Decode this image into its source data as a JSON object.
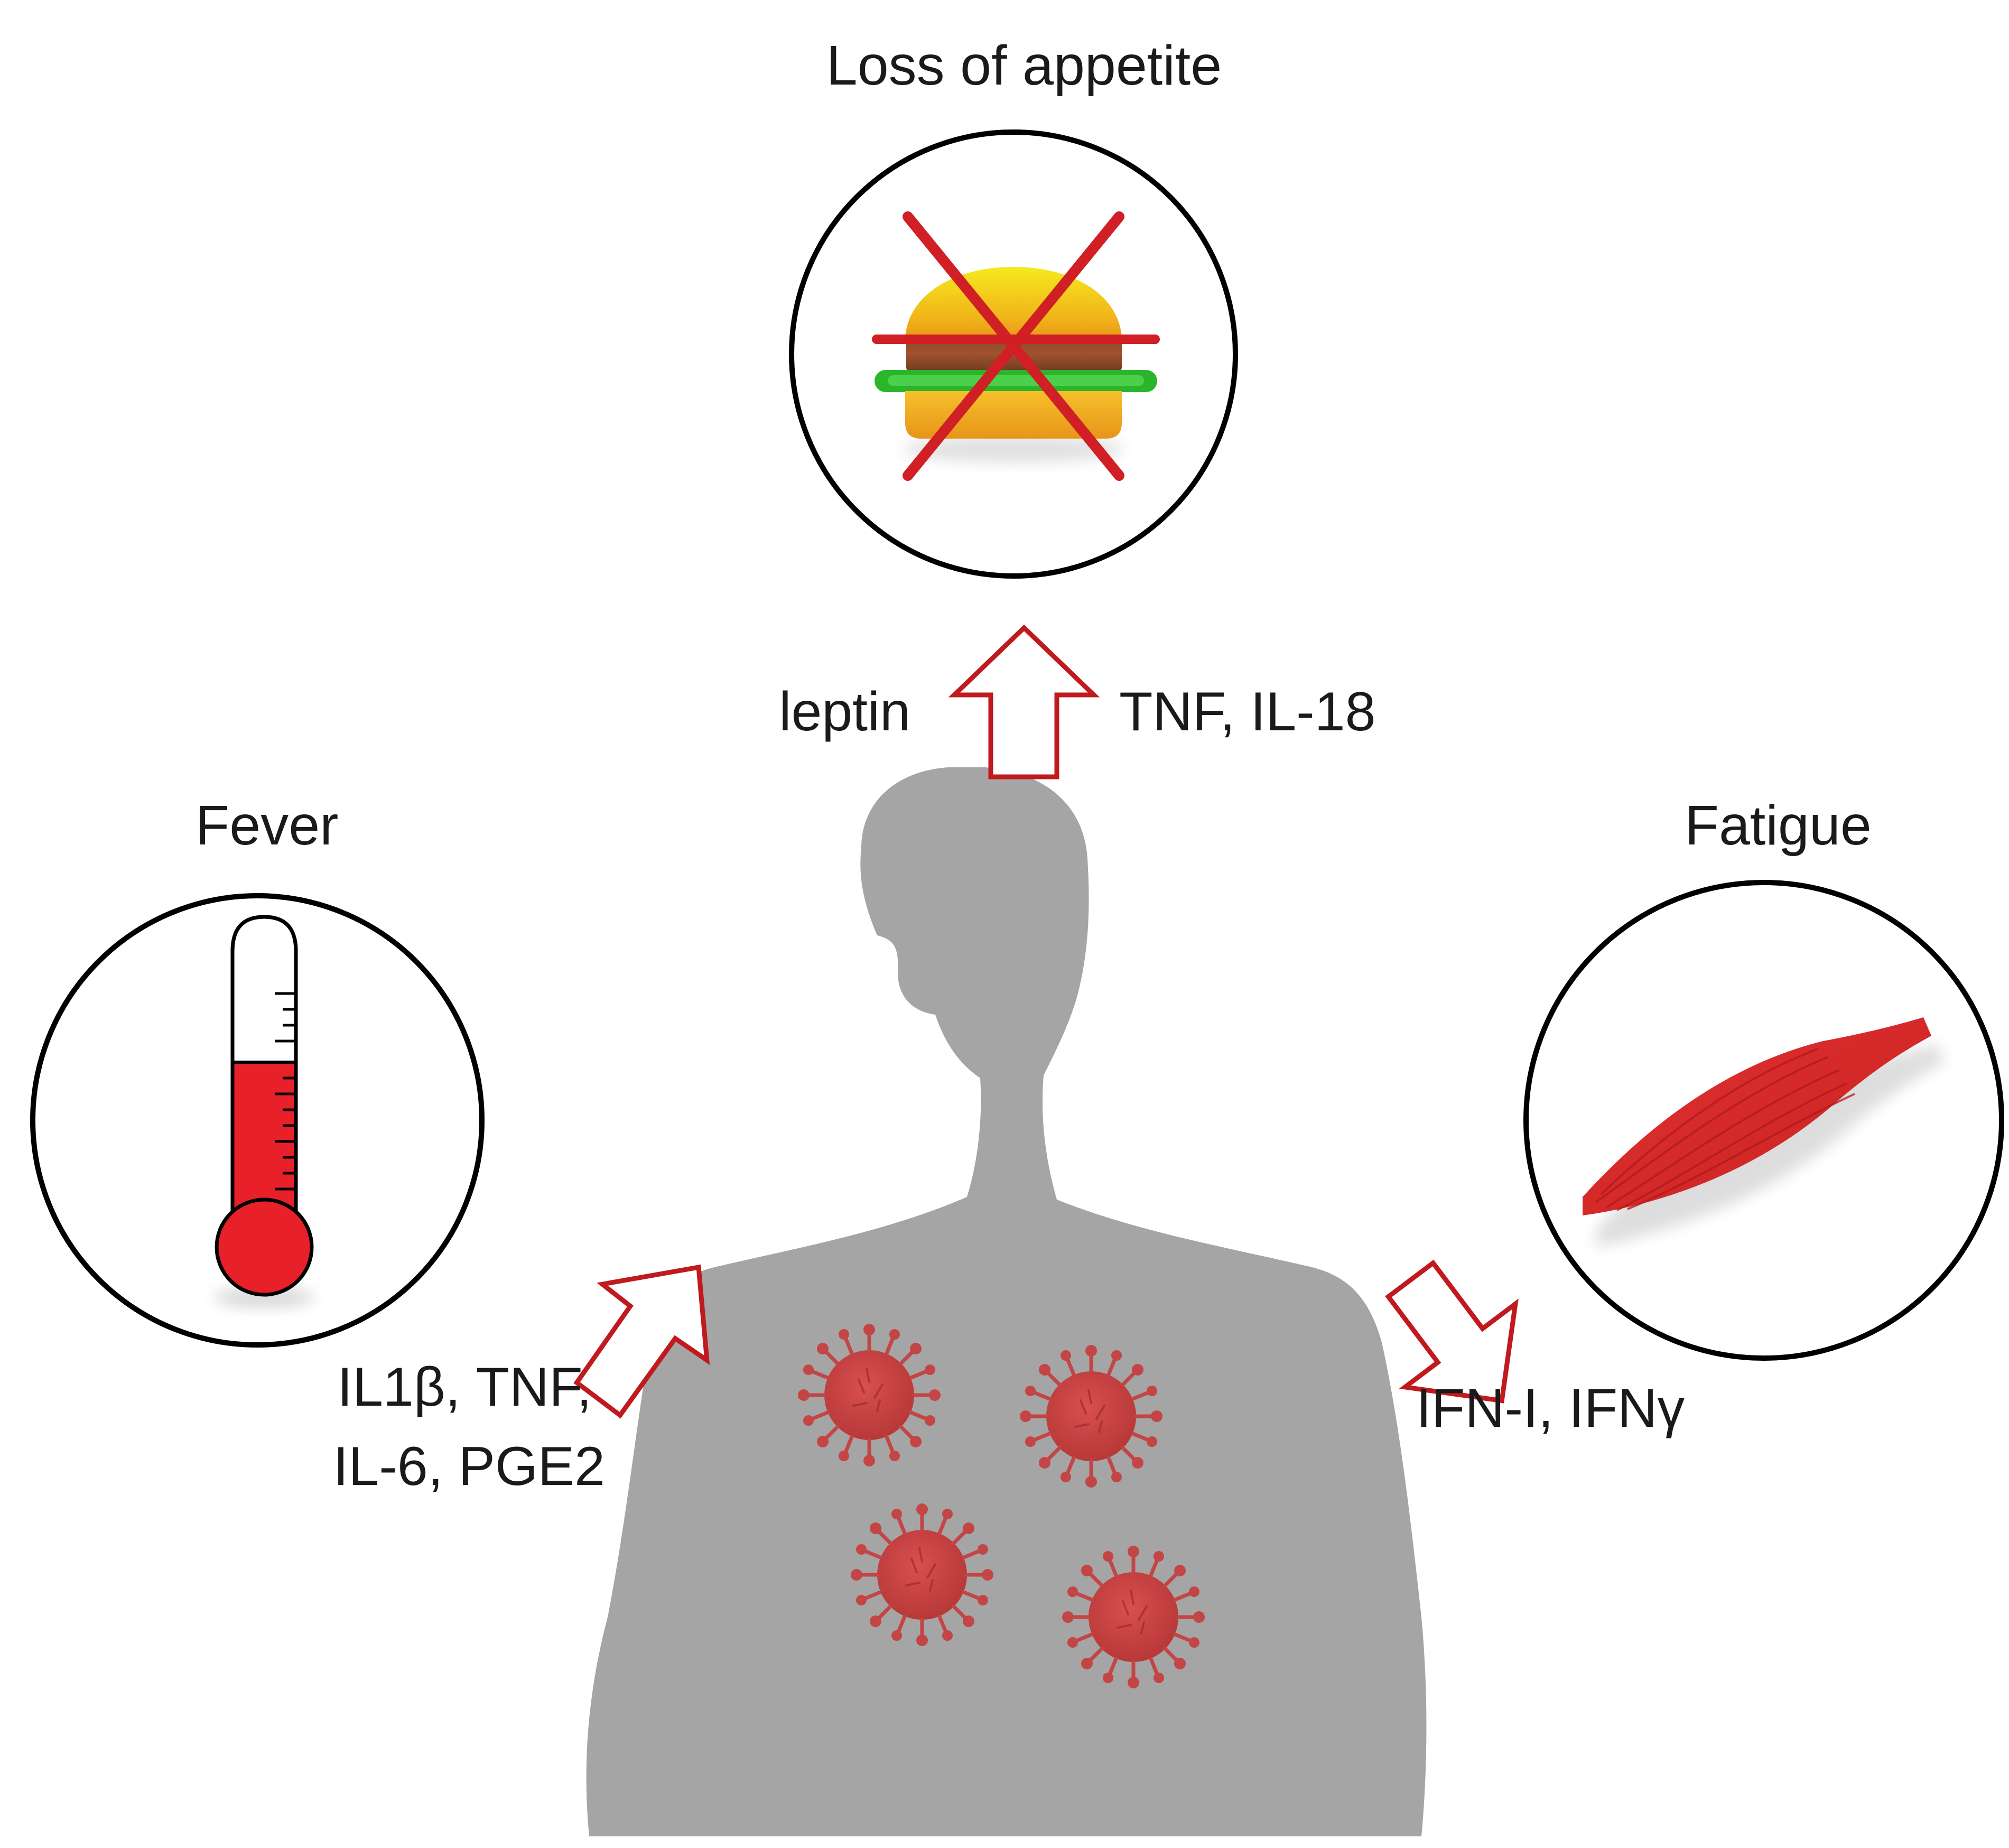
{
  "symptoms": {
    "appetite": {
      "title": "Loss of appetite",
      "mediators_left": "leptin",
      "mediators_right": "TNF, IL-18",
      "icon": "crossed-out-burger-icon"
    },
    "fever": {
      "title": "Fever",
      "mediators_line1": "IL1β, TNF,",
      "mediators_line2": "IL-6, PGE2",
      "icon": "thermometer-icon"
    },
    "fatigue": {
      "title": "Fatigue",
      "mediators": "IFN-I, IFNγ",
      "icon": "muscle-icon"
    }
  },
  "body": {
    "icon": "human-torso-silhouette",
    "virus_icon": "virus-icon"
  },
  "colors": {
    "arrow_outline": "#c0191e",
    "silhouette": "#a5a5a5",
    "virus": "#c94040",
    "mercury": "#e8202a",
    "muscle": "#d92b2b",
    "cross": "#d01f25"
  }
}
